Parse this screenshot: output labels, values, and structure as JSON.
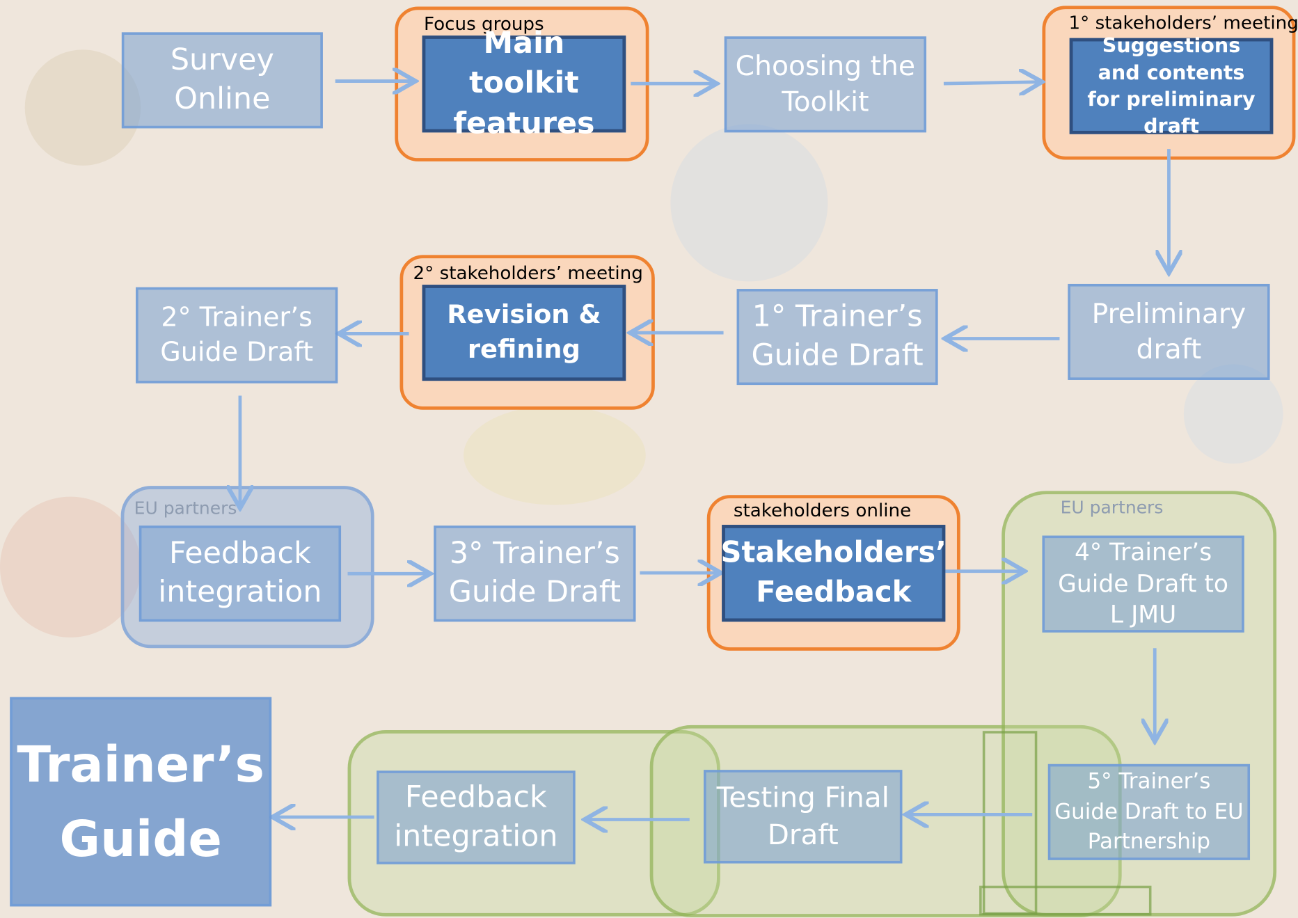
{
  "nodes": {
    "survey": "Survey Online",
    "main_toolkit": "Main toolkit features",
    "choosing": "Choosing  the Toolkit",
    "suggestions": "Suggestions and contents for preliminary draft",
    "preliminary": "Preliminary draft",
    "trainer1": "1° Trainer’s Guide Draft",
    "revision": "Revision & refining",
    "trainer2": "2° Trainer’s Guide Draft",
    "feedback1": "Feedback integration",
    "trainer3": "3° Trainer’s Guide Draft",
    "stakeholders_feedback": "Stakeholders’ Feedback",
    "trainer4": "4° Trainer’s Guide Draft to L JMU",
    "trainer5": "5° Trainer’s Guide Draft to EU Partnership",
    "testing": "Testing Final Draft",
    "feedback2": "Feedback integration",
    "final": "Trainer’s Guide"
  },
  "groups": {
    "focus_groups": "Focus groups",
    "meeting1": "1° stakeholders’ meeting",
    "meeting2": "2° stakeholders’ meeting",
    "stakeholders_online": "stakeholders online",
    "eu_partners_left": "EU partners",
    "eu_partners_right": "EU partners"
  },
  "colors": {
    "dark_box": "#4f81bd",
    "light_box": "#7ea6d6",
    "orange_border": "#ef8230",
    "orange_fill": "#fbd6b9",
    "green_frame": "#8caf50",
    "arrow": "#8fb4e3"
  }
}
